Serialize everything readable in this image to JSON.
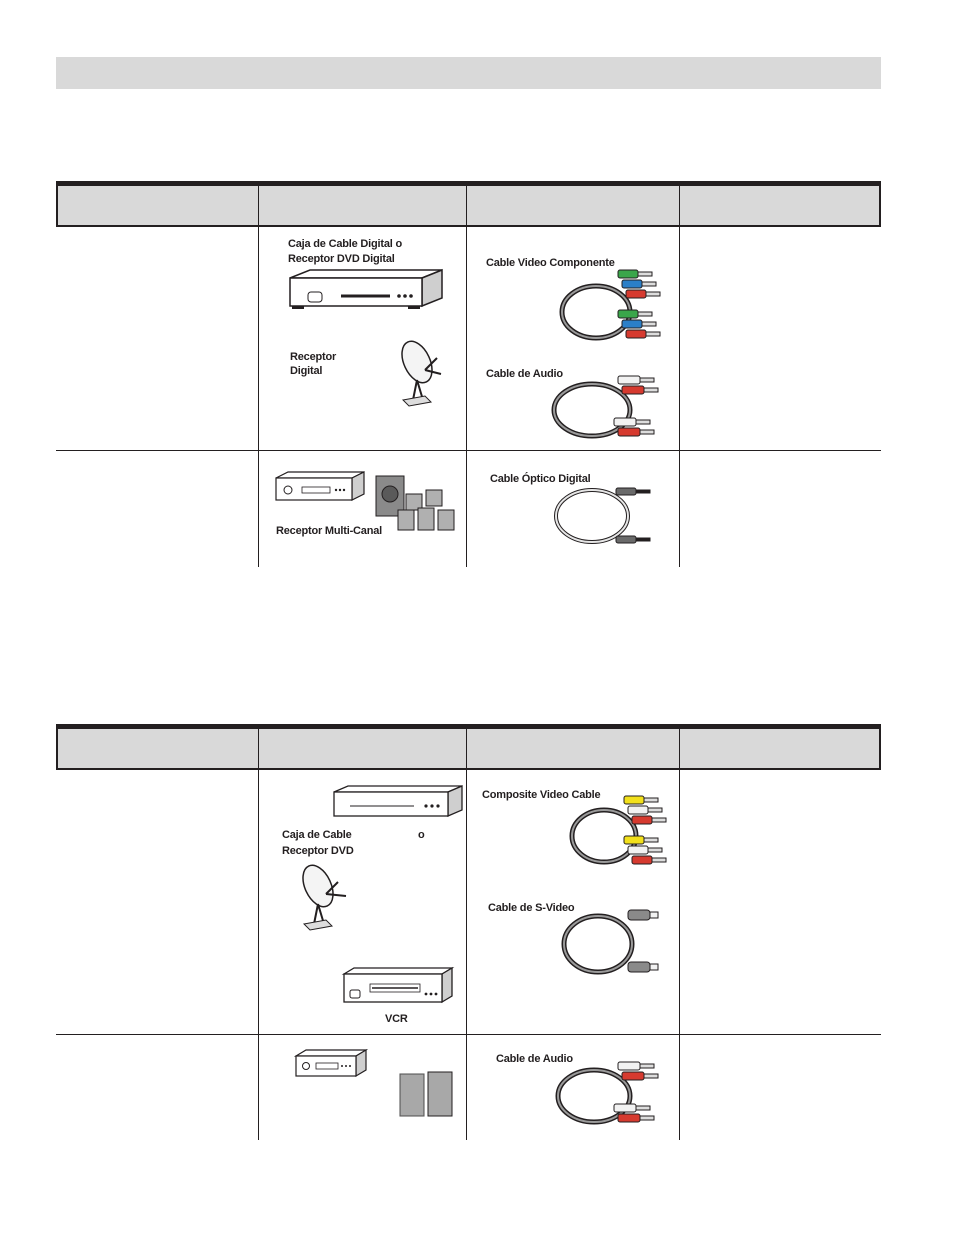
{
  "table1": {
    "row1": {
      "device_label_line1": "Caja de Cable Digital o",
      "device_label_line2": "Receptor DVD Digital",
      "satellite_label_line1": "Receptor",
      "satellite_label_line2": "Digital",
      "cable1_label": "Cable Video Componente",
      "cable2_label": "Cable de Audio"
    },
    "row2": {
      "device_label": "Receptor Multi-Canal",
      "cable_label": "Cable Óptico Digital"
    }
  },
  "table2": {
    "row1": {
      "device_label_line1a": "Caja de Cable",
      "device_label_line1b": "o",
      "device_label_line2": "Receptor DVD",
      "vcr_label": "VCR",
      "cable1_label": "Composite Video Cable",
      "cable2_label": "Cable de S-Video"
    },
    "row2": {
      "cable_label": "Cable de Audio"
    }
  },
  "colors": {
    "rule": "#231f20",
    "header_fill": "#d9d9d9",
    "green": "#3aa64a",
    "blue": "#2b7fc8",
    "red": "#d63a2f",
    "yellow": "#f2e01b",
    "white_plug": "#f2f2f2"
  }
}
